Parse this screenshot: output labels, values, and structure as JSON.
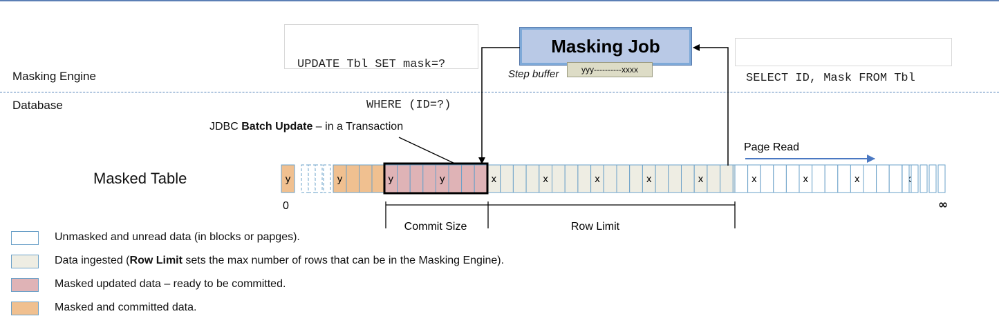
{
  "zones": {
    "engine": "Masking Engine",
    "database": "Database"
  },
  "sql": {
    "update_line1": "UPDATE Tbl SET mask=?",
    "update_line2": "WHERE (ID=?)",
    "select": "SELECT ID, Mask FROM Tbl"
  },
  "job": {
    "title": "Masking Job",
    "step_buffer_label": "Step buffer",
    "step_buffer_content": "yyy----------xxxx"
  },
  "batch": {
    "prefix": "JDBC ",
    "bold": "Batch Update",
    "suffix": " – in a Transaction"
  },
  "table": {
    "label": "Masked Table",
    "page_read": "Page Read",
    "start": "0",
    "end": "∞",
    "commit_size": "Commit Size",
    "row_limit": "Row Limit",
    "cell_marks": {
      "y": "y",
      "x": "x"
    }
  },
  "legend": [
    {
      "kind": "unread",
      "color": "#ffffff",
      "text": "Unmasked and unread data (in blocks or papges)."
    },
    {
      "kind": "ingested",
      "color": "#eeede3",
      "pre": "Data ingested (",
      "bold": "Row Limit",
      "post": " sets the max number of rows that can be in the Masking Engine)."
    },
    {
      "kind": "updated",
      "color": "#dfb3b6",
      "text": "Masked updated data – ready to be committed."
    },
    {
      "kind": "committed",
      "color": "#f0c090",
      "text": "Masked and committed data."
    }
  ],
  "colors": {
    "committed": "#f0c090",
    "updated": "#dfb3b6",
    "ingested": "#eeede3",
    "unread": "#ffffff",
    "cell_border": "#6aa0c8",
    "arrow_blue": "#4a78c2"
  }
}
